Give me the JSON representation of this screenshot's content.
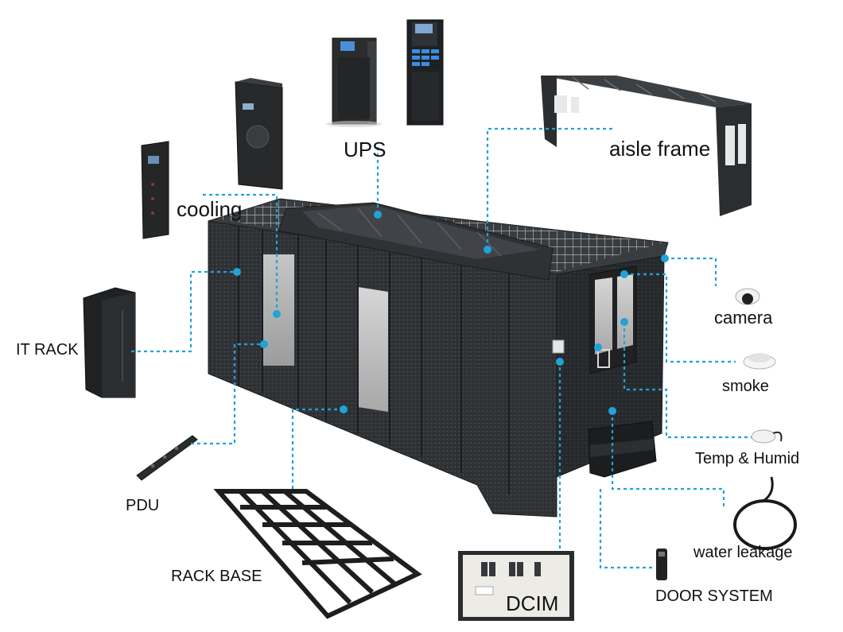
{
  "labels": {
    "ups": "UPS",
    "aisle_frame": "aisle frame",
    "cooling": "cooling",
    "camera": "camera",
    "it_rack": "IT RACK",
    "smoke": "smoke",
    "temp_humid": "Temp & Humid",
    "pdu": "PDU",
    "water_leakage": "water leakage",
    "rack_base": "RACK BASE",
    "dcim": "DCIM",
    "door_system": "DOOR SYSTEM"
  },
  "colors": {
    "connector": "#1fa3d9",
    "cabinet": "#2b2e31",
    "cabinet_dark": "#1c1e20",
    "cabinet_light": "#3a3d40",
    "panel_glass": "#bcbcbc"
  }
}
